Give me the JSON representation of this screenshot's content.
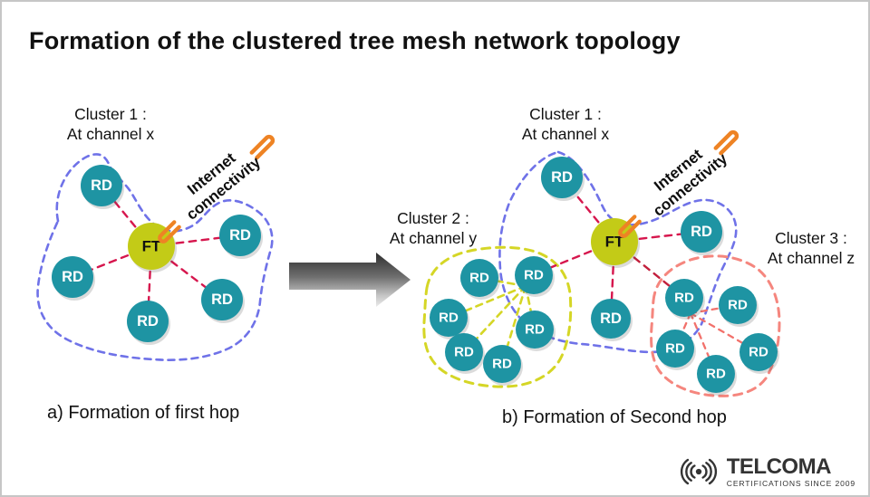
{
  "title": "Formation of the clustered tree mesh network topology",
  "node_labels": {
    "rd": "RD",
    "ft": "FT"
  },
  "diagram_a": {
    "caption": "a) Formation of first hop",
    "cluster1": {
      "line1": "Cluster 1 :",
      "line2": "At channel x"
    },
    "internet": {
      "line1": "Internet",
      "line2": "connectivity"
    },
    "clusters": [
      {
        "name": "Cluster 1",
        "channel": "x",
        "ft_count": 1,
        "rd_count": 5
      }
    ]
  },
  "diagram_b": {
    "caption": "b) Formation of Second hop",
    "cluster1": {
      "line1": "Cluster 1 :",
      "line2": "At channel x"
    },
    "cluster2": {
      "line1": "Cluster 2 :",
      "line2": "At channel y"
    },
    "cluster3": {
      "line1": "Cluster 3 :",
      "line2": "At channel z"
    },
    "internet": {
      "line1": "Internet",
      "line2": "connectivity"
    },
    "clusters": [
      {
        "name": "Cluster 1",
        "channel": "x",
        "ft_count": 1,
        "rd_count": 3
      },
      {
        "name": "Cluster 2",
        "channel": "y",
        "rd_count": 6
      },
      {
        "name": "Cluster 3",
        "channel": "z",
        "rd_count": 5
      }
    ]
  },
  "logo": {
    "brand": "TELCOMA",
    "tagline": "CERTIFICATIONS SINCE 2009",
    "icon": "radio-signal-icon"
  },
  "colors": {
    "rd_node": "#1E94A3",
    "ft_node": "#C3CB17",
    "cluster1_outline": "#6F72E8",
    "cluster2_outline": "#D5D626",
    "cluster3_outline": "#F5867E",
    "link": "#D6164D",
    "link_dark": "#C21F3C",
    "cluster2_link": "#D5D626",
    "cluster3_link": "#F2716B",
    "connector": "#EE8324"
  }
}
